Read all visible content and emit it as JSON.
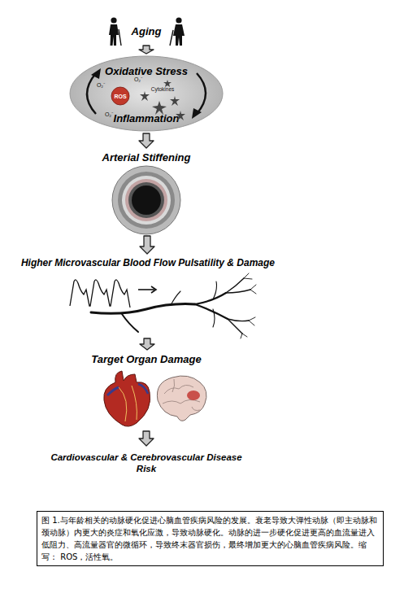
{
  "diagram": {
    "caption": "图 1.与年龄相关的动脉硬化促进心脑血管疾病风险的发展。衰老导致大弹性动脉（即主动脉和颈动脉）内更大的炎症和氧化应激，导致动脉硬化。动脉的进一步硬化促进更高的血流量进入低阻力、高流量器官的微循环，导致终末器官损伤，最终增加更大的心脑血管疾病风险。缩写： ROS，活性氧。",
    "nodes": [
      {
        "text": [
          "Aging"
        ]
      },
      {
        "text": [
          "Oxidative Stress",
          "Inflammation"
        ]
      },
      {
        "text": [
          "Arterial Stiffening"
        ]
      },
      {
        "text": [
          "Higher Microvascular Blood Flow Pulsatility & Damage"
        ]
      },
      {
        "text": [
          "Target Organ Damage"
        ]
      },
      {
        "text": [
          "Cardiovascular & Cerebrovascular Disease Risk"
        ]
      }
    ],
    "edges": [
      {
        "from": 0,
        "to": 1,
        "arrow": "to"
      },
      {
        "from": 1,
        "to": 2,
        "arrow": "to"
      },
      {
        "from": 2,
        "to": 3,
        "arrow": "to"
      },
      {
        "from": 3,
        "to": 4,
        "arrow": "to"
      },
      {
        "from": 4,
        "to": 5,
        "arrow": "to"
      }
    ],
    "labels": [
      "ROS",
      "Cytokines",
      "O₂⁻",
      "O₂⁻",
      "O₂⁻"
    ]
  }
}
